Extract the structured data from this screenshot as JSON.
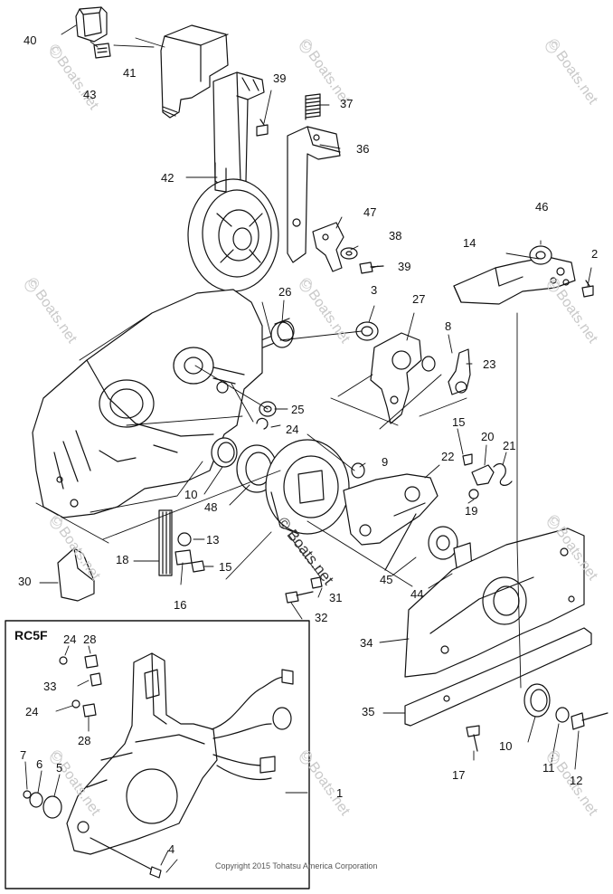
{
  "diagram": {
    "watermark": "© Boats.net",
    "copyright": "Copyright 2015 Tohatsu America Corporation",
    "inset_title": "RC5F",
    "labels": {
      "l40": "40",
      "l43": "43",
      "l41": "41",
      "l39a": "39",
      "l37": "37",
      "l36": "36",
      "l42": "42",
      "l47": "47",
      "l38": "38",
      "l39b": "39",
      "l46": "46",
      "l14": "14",
      "l2": "2",
      "l26": "26",
      "l3": "3",
      "l27": "27",
      "l8": "8",
      "l23": "23",
      "l25": "25",
      "l24a": "24",
      "l15a": "15",
      "l20": "20",
      "l21": "21",
      "l9": "9",
      "l22": "22",
      "l19": "19",
      "l10a": "10",
      "l48": "48",
      "l13": "13",
      "l18": "18",
      "l15b": "15",
      "l16": "16",
      "l45": "45",
      "l44": "44",
      "l30": "30",
      "l31": "31",
      "l32": "32",
      "l34": "34",
      "l35": "35",
      "l10b": "10",
      "l17": "17",
      "l11": "11",
      "l12": "12",
      "l24b": "24",
      "l28a": "28",
      "l33": "33",
      "l24c": "24",
      "l28b": "28",
      "l7": "7",
      "l6": "6",
      "l5": "5",
      "l1": "1",
      "l4": "4"
    }
  }
}
